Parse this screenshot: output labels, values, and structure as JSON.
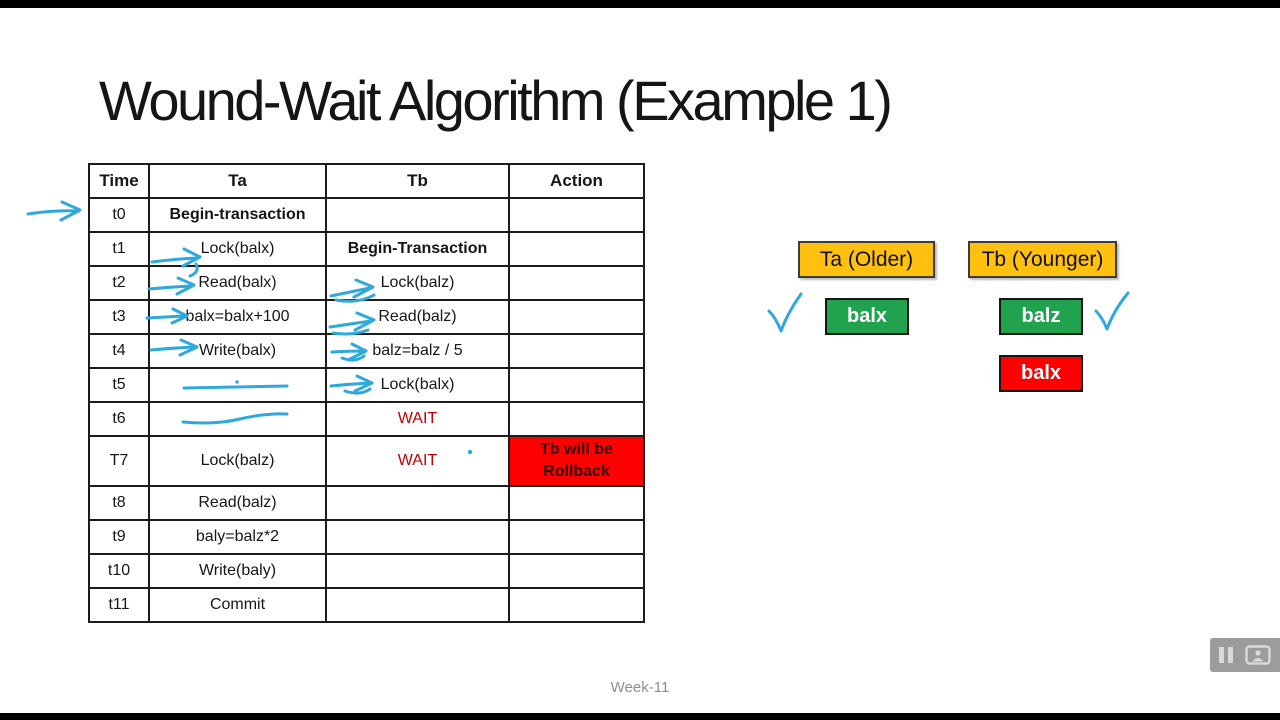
{
  "slide": {
    "title": "Wound-Wait Algorithm (Example 1)",
    "footer": "Week-11"
  },
  "table": {
    "headers": [
      "Time",
      "Ta",
      "Tb",
      "Action"
    ],
    "rows": [
      {
        "time": "t0",
        "ta": "Begin-transaction",
        "tb": "",
        "action": ""
      },
      {
        "time": "t1",
        "ta": "Lock(balx)",
        "tb": "Begin-Transaction",
        "action": ""
      },
      {
        "time": "t2",
        "ta": "Read(balx)",
        "tb": "Lock(balz)",
        "action": ""
      },
      {
        "time": "t3",
        "ta": "balx=balx+100",
        "tb": "Read(balz)",
        "action": ""
      },
      {
        "time": "t4",
        "ta": "Write(balx)",
        "tb": "balz=balz / 5",
        "action": ""
      },
      {
        "time": "t5",
        "ta": "",
        "tb": "Lock(balx)",
        "action": ""
      },
      {
        "time": "t6",
        "ta": "",
        "tb": "WAIT",
        "action": ""
      },
      {
        "time": "T7",
        "ta": "Lock(balz)",
        "tb": "WAIT",
        "action": "Tb will be Rollback"
      },
      {
        "time": "t8",
        "ta": "Read(balz)",
        "tb": "",
        "action": ""
      },
      {
        "time": "t9",
        "ta": "baly=balz*2",
        "tb": "",
        "action": ""
      },
      {
        "time": "t10",
        "ta": "Write(baly)",
        "tb": "",
        "action": ""
      },
      {
        "time": "t11",
        "ta": "Commit",
        "tb": "",
        "action": ""
      }
    ]
  },
  "legend": {
    "ta_box": "Ta (Older)",
    "tb_box": "Tb (Younger)",
    "ta_lock": "balx",
    "tb_lock": "balz",
    "tb_blocked": "balx"
  },
  "annotations": {
    "ink_marks": [
      "pointer-arrow-t0",
      "arrows-on-executed-steps",
      "blank-lines-t5-t6",
      "check-ta-balx",
      "check-tb-balz"
    ],
    "player_icons": [
      "pause-icon",
      "webcam-icon"
    ]
  },
  "colors": {
    "annotation_blue": "#2fa8dc",
    "box_orange": "#ffc010",
    "box_green": "#21a24f",
    "box_red": "#fe0000",
    "wait_text": "#c00000",
    "rollback_text": "#3a0000"
  }
}
